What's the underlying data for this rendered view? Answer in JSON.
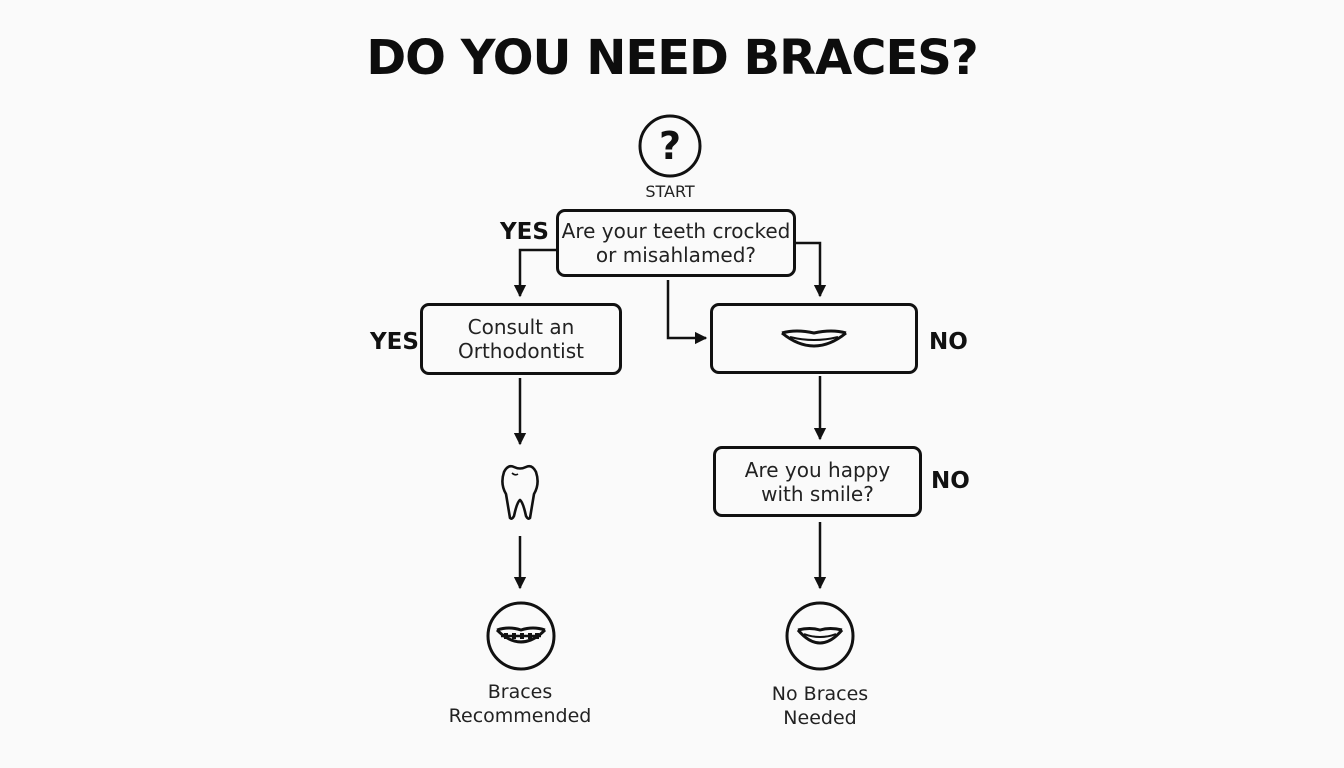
{
  "title": "DO YOU NEED BRACES?",
  "start": {
    "symbol": "?",
    "label": "START"
  },
  "question1": {
    "line1": "Are your teeth crocked",
    "line2": "or misahlamed?"
  },
  "consult": {
    "line1": "Consult an",
    "line2": "Orthodontist"
  },
  "question2": {
    "line1": "Are you happy",
    "line2": "with smile?"
  },
  "labels": {
    "yes_top": "YES",
    "yes_left": "YES",
    "no_top": "NO",
    "no_bottom": "NO"
  },
  "outcome_braces": {
    "line1": "Braces",
    "line2": "Recommended"
  },
  "outcome_none": {
    "line1": "No Braces",
    "line2": "Needed"
  },
  "icons": [
    "question-circle-icon",
    "smile-icon",
    "tooth-icon",
    "braces-smile-icon",
    "smile-face-icon"
  ]
}
